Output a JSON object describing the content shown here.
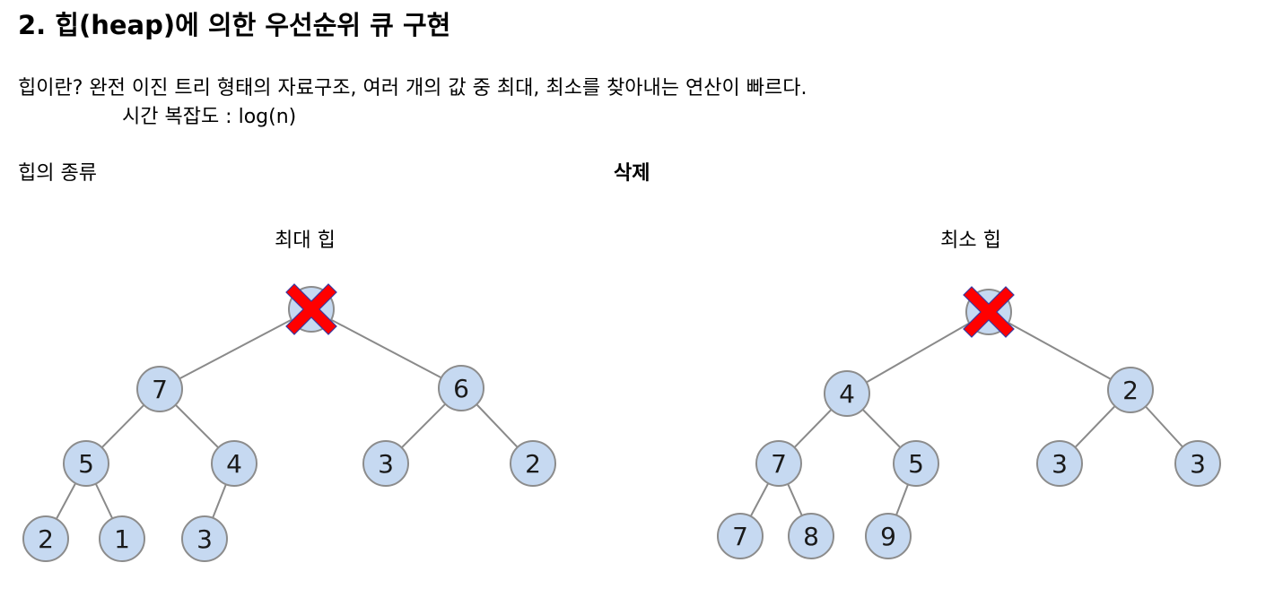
{
  "header": {
    "title": "2. 힙(heap)에 의한 우선순위 큐 구현"
  },
  "description": {
    "line1": "힙이란? 완전 이진 트리 형태의 자료구조, 여러 개의 값 중 최대, 최소를 찾아내는 연산이 빠르다.",
    "line2": "시간 복잡도 : log(n)"
  },
  "sections": {
    "types_label": "힙의 종류",
    "delete_label": "삭제"
  },
  "colors": {
    "node_fill": "#c6d9f1",
    "node_stroke": "#8c8c8c",
    "edge": "#8a8a8a",
    "cross_fill": "#ff0000",
    "cross_outline": "#3a3aa0"
  },
  "trees": [
    {
      "title": "최대 힙",
      "root_marker": "cross-icon",
      "nodes": [
        {
          "id": "root",
          "value": ""
        },
        {
          "id": "a",
          "value": "7",
          "parent": "root"
        },
        {
          "id": "b",
          "value": "6",
          "parent": "root"
        },
        {
          "id": "c",
          "value": "5",
          "parent": "a"
        },
        {
          "id": "d",
          "value": "4",
          "parent": "a"
        },
        {
          "id": "e",
          "value": "3",
          "parent": "b"
        },
        {
          "id": "f",
          "value": "2",
          "parent": "b"
        },
        {
          "id": "g",
          "value": "2",
          "parent": "c"
        },
        {
          "id": "h",
          "value": "1",
          "parent": "c"
        },
        {
          "id": "i",
          "value": "3",
          "parent": "d"
        }
      ]
    },
    {
      "title": "최소 힙",
      "root_marker": "cross-icon",
      "nodes": [
        {
          "id": "root",
          "value": ""
        },
        {
          "id": "a",
          "value": "4",
          "parent": "root"
        },
        {
          "id": "b",
          "value": "2",
          "parent": "root"
        },
        {
          "id": "c",
          "value": "7",
          "parent": "a"
        },
        {
          "id": "d",
          "value": "5",
          "parent": "a"
        },
        {
          "id": "e",
          "value": "3",
          "parent": "b"
        },
        {
          "id": "f",
          "value": "3",
          "parent": "b"
        },
        {
          "id": "g",
          "value": "7",
          "parent": "c"
        },
        {
          "id": "h",
          "value": "8",
          "parent": "c"
        },
        {
          "id": "i",
          "value": "9",
          "parent": "d"
        }
      ]
    }
  ]
}
